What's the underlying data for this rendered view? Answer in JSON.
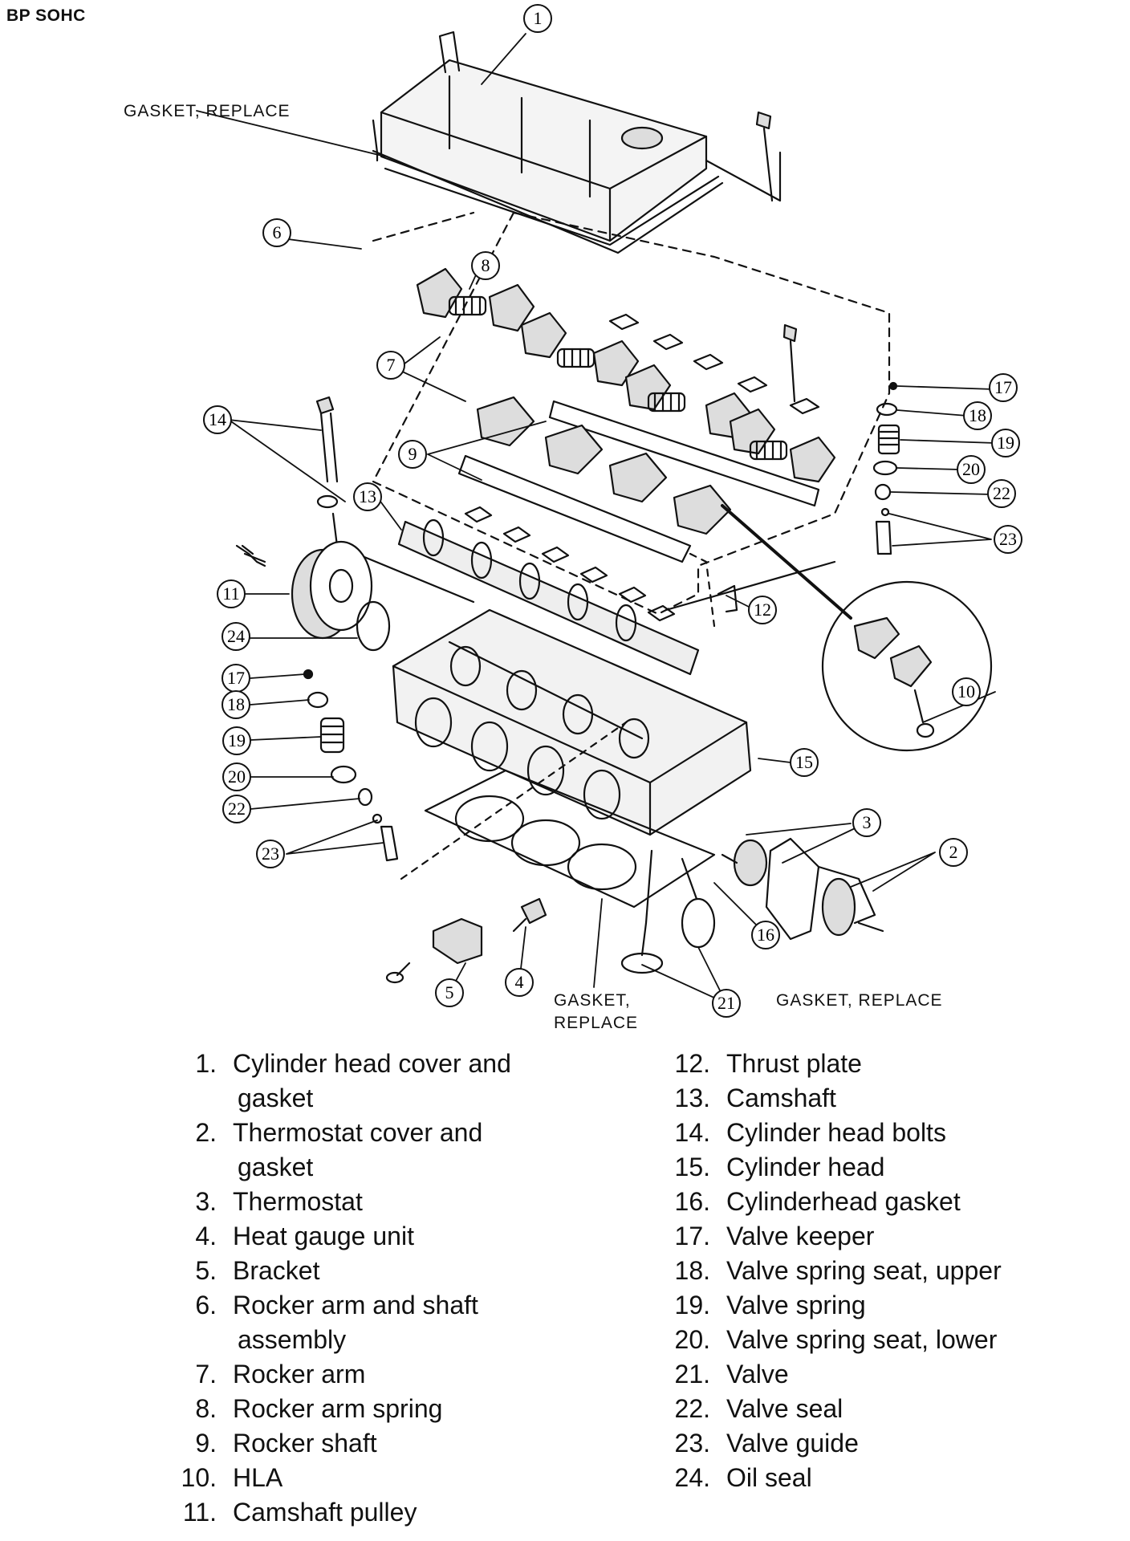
{
  "page_title": "BP SOHC",
  "gasket_labels": {
    "top": "GASKET, REPLACE",
    "bottom_center": "GASKET, REPLACE",
    "bottom_right": "GASKET, REPLACE"
  },
  "legend": [
    {
      "num": "1.",
      "text": "Cylinder head cover and",
      "cont": "gasket"
    },
    {
      "num": "2.",
      "text": "Thermostat cover and",
      "cont": "gasket"
    },
    {
      "num": "3.",
      "text": "Thermostat"
    },
    {
      "num": "4.",
      "text": "Heat gauge unit"
    },
    {
      "num": "5.",
      "text": "Bracket"
    },
    {
      "num": "6.",
      "text": "Rocker arm and shaft",
      "cont": "assembly"
    },
    {
      "num": "7.",
      "text": "Rocker arm"
    },
    {
      "num": "8.",
      "text": "Rocker arm spring"
    },
    {
      "num": "9.",
      "text": "Rocker shaft"
    },
    {
      "num": "10.",
      "text": "HLA"
    },
    {
      "num": "11.",
      "text": "Camshaft pulley"
    },
    {
      "num": "12.",
      "text": "Thrust plate"
    },
    {
      "num": "13.",
      "text": "Camshaft"
    },
    {
      "num": "14.",
      "text": "Cylinder head bolts"
    },
    {
      "num": "15.",
      "text": "Cylinder head"
    },
    {
      "num": "16.",
      "text": "Cylinderhead gasket"
    },
    {
      "num": "17.",
      "text": "Valve keeper"
    },
    {
      "num": "18.",
      "text": "Valve spring seat, upper"
    },
    {
      "num": "19.",
      "text": "Valve spring"
    },
    {
      "num": "20.",
      "text": "Valve spring seat, lower"
    },
    {
      "num": "21.",
      "text": "Valve"
    },
    {
      "num": "22.",
      "text": "Valve seal"
    },
    {
      "num": "23.",
      "text": "Valve guide"
    },
    {
      "num": "24.",
      "text": "Oil seal"
    }
  ],
  "callouts": [
    "1",
    "2",
    "3",
    "4",
    "5",
    "6",
    "7",
    "8",
    "9",
    "10",
    "11",
    "12",
    "13",
    "14",
    "15",
    "16",
    "17",
    "17",
    "18",
    "18",
    "19",
    "19",
    "20",
    "20",
    "21",
    "22",
    "22",
    "23",
    "23",
    "24"
  ],
  "colors": {
    "ink": "#111111",
    "paper": "#ffffff",
    "shade": "#cfcfcf"
  }
}
